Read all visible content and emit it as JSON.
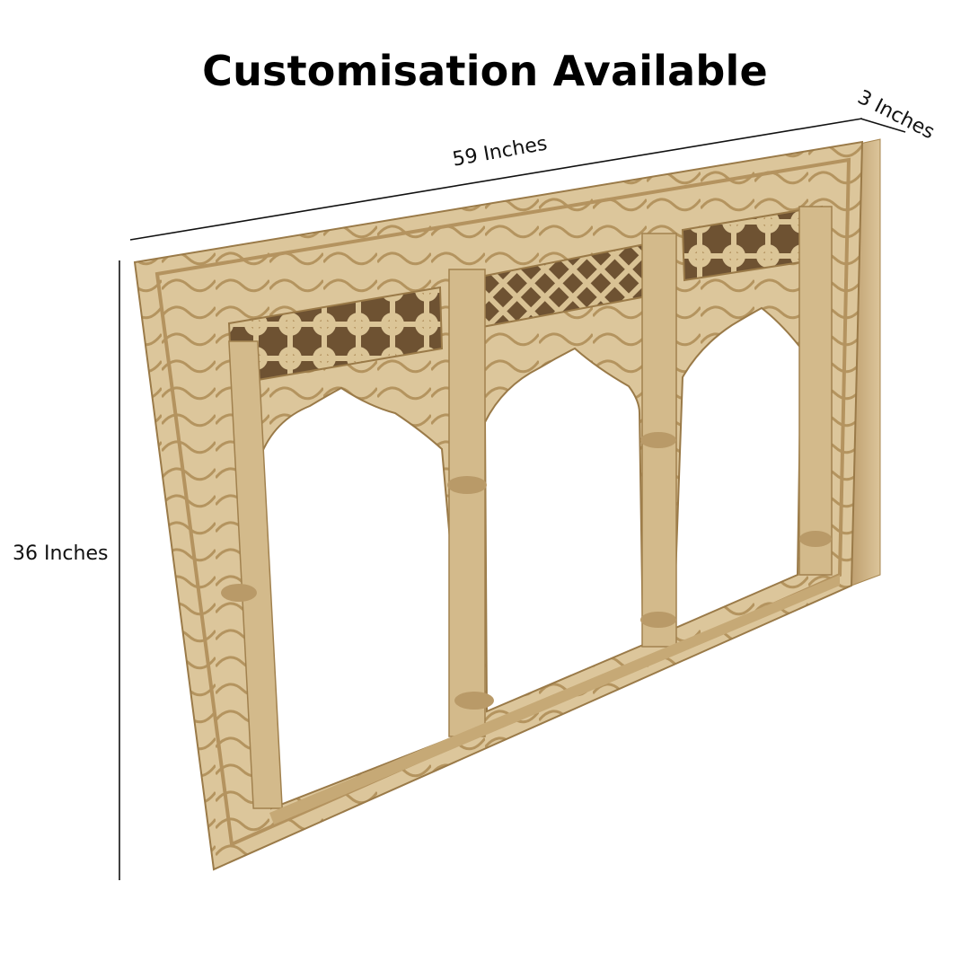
{
  "heading": "Customisation Available",
  "dimensions": {
    "width": "59 Inches",
    "depth": "3 Inches",
    "height": "36 Inches"
  },
  "product_image": {
    "subject": "carved-wooden-triple-arch-frame",
    "colors": {
      "wood_light": "#e3cfa6",
      "wood_mid": "#cdb283",
      "wood_dark": "#8a6a3f",
      "background": "#ffffff"
    }
  }
}
